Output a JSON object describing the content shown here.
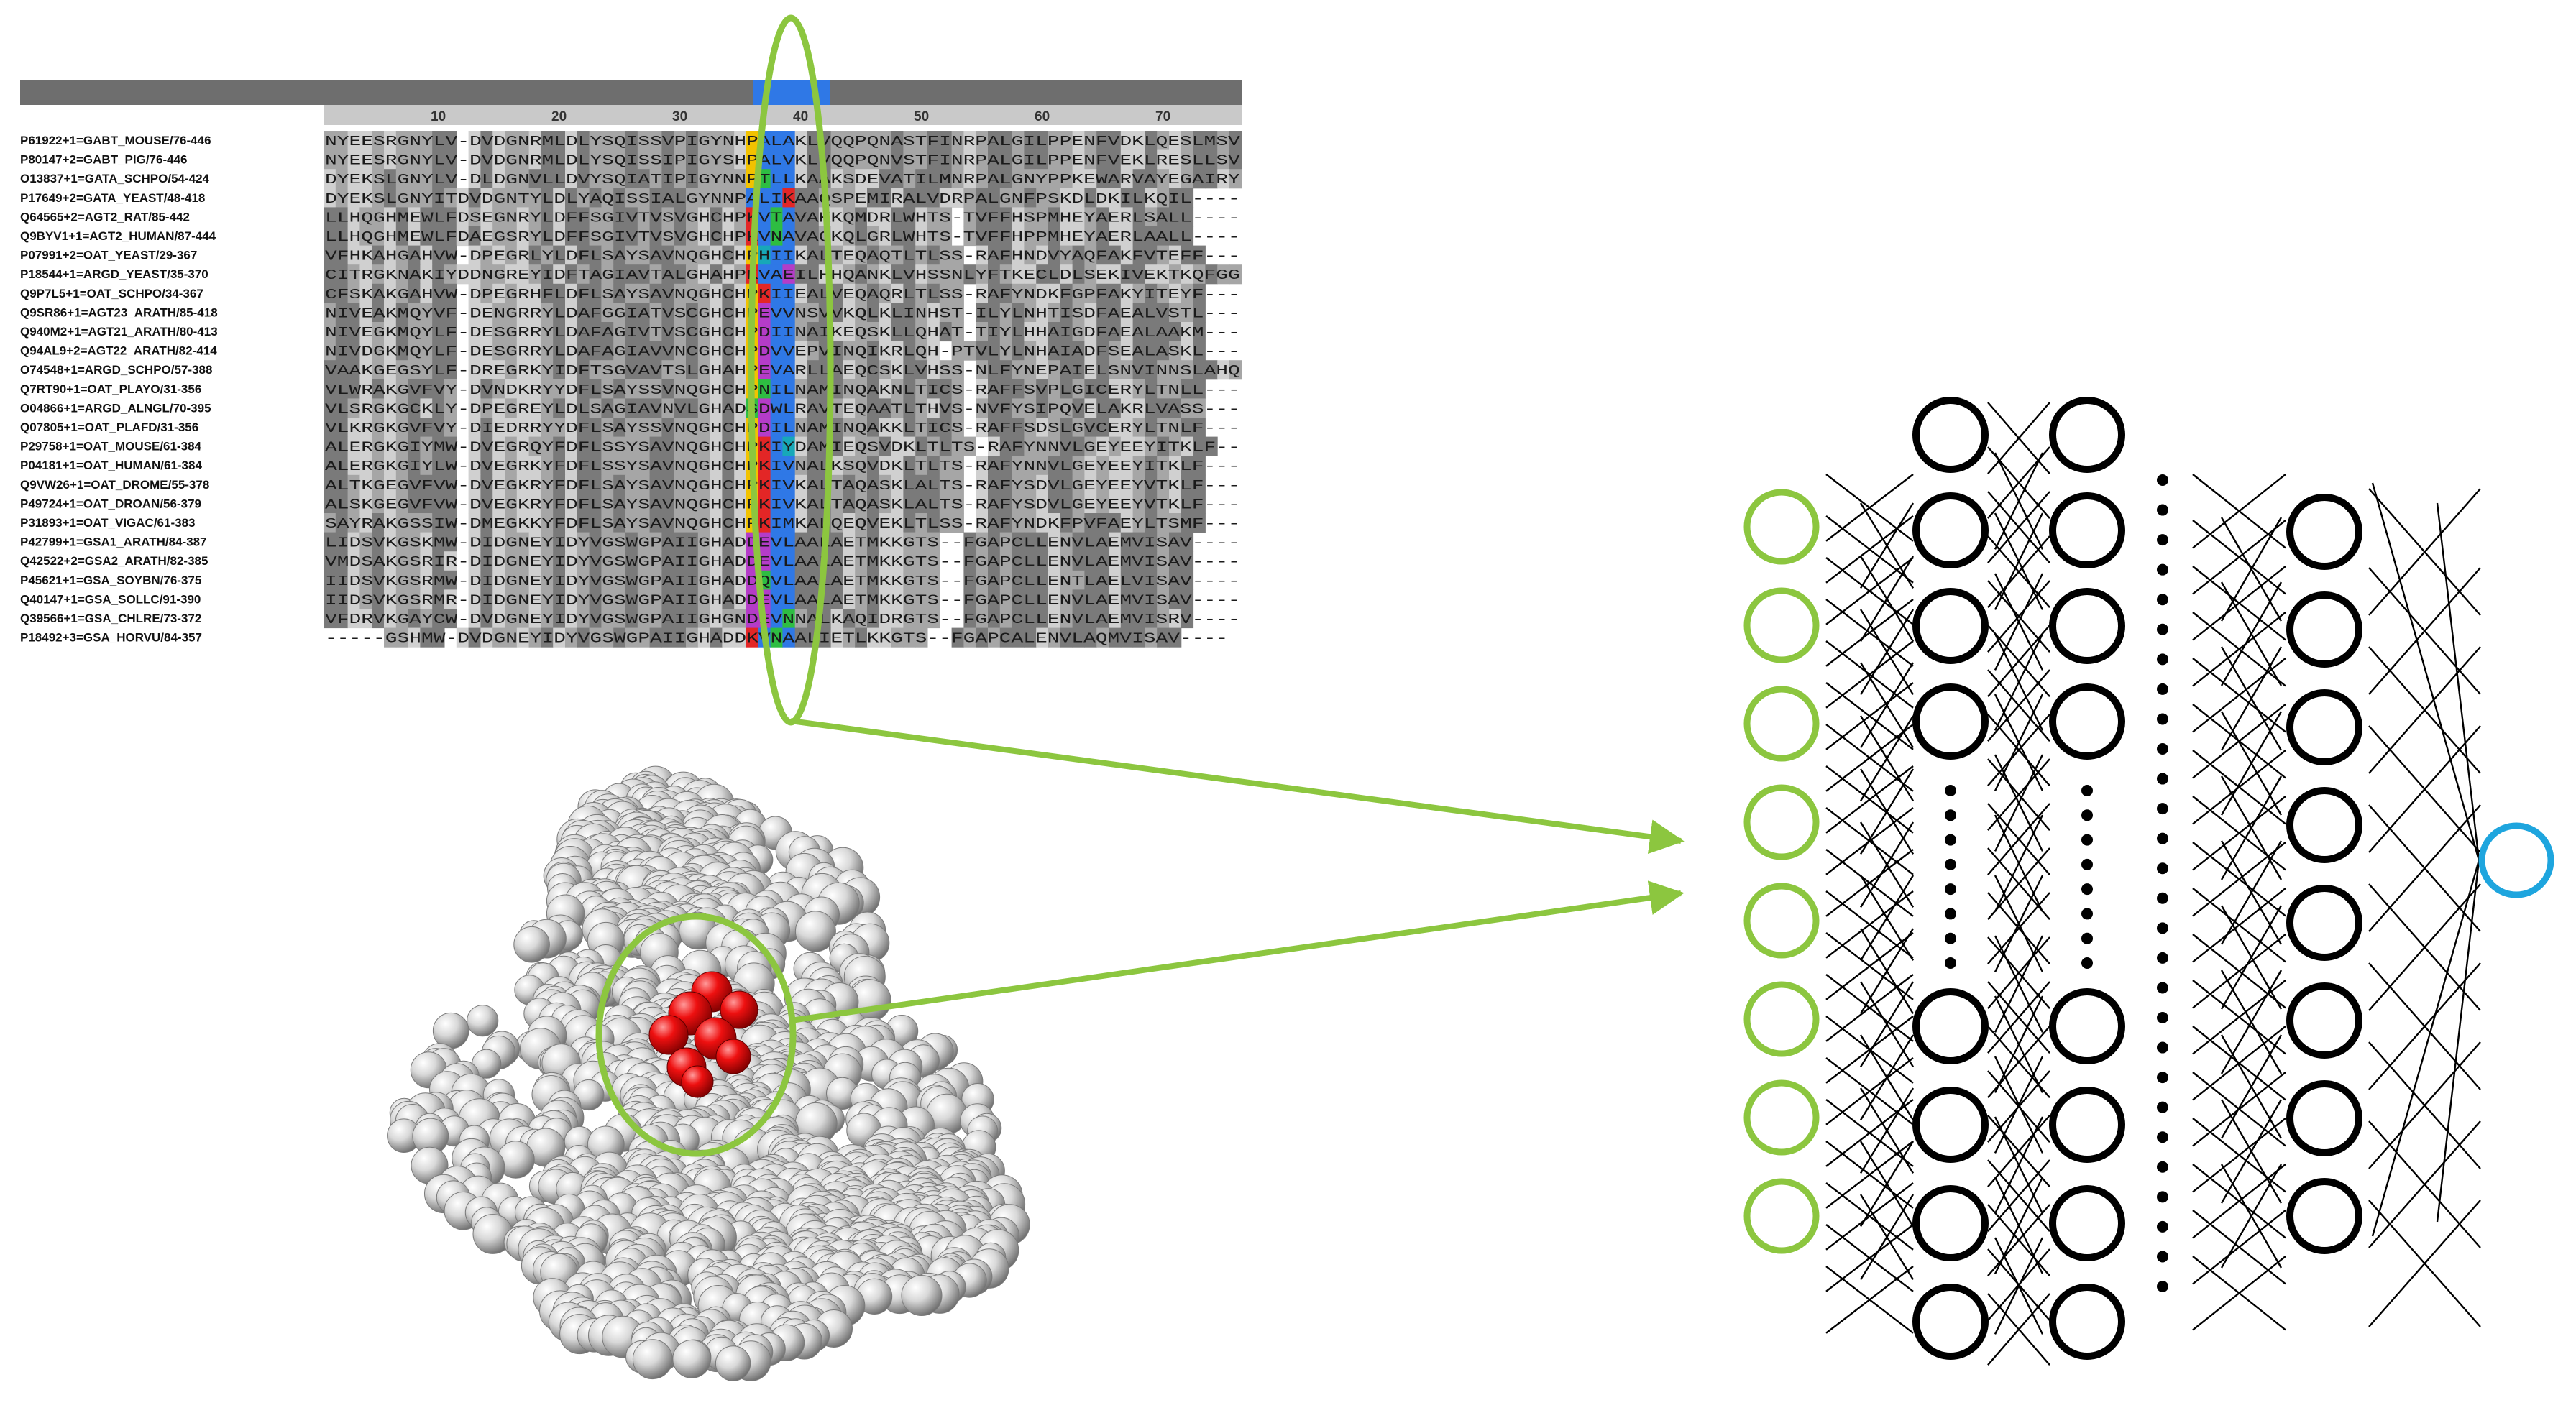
{
  "colors": {
    "highlight": "#8cc63f",
    "output_node": "#1ea5de",
    "node_stroke": "#000000",
    "active_site": "#e01010",
    "protein": "#c8c8c8",
    "alignment_header": "#6e6e6e",
    "alignment_selection": "#2f78e6",
    "alignment_cell_dark": "#7a7a7a",
    "alignment_cell_mid": "#a6a6a6",
    "alignment_cell_light": "#d0d0d0"
  },
  "alignment": {
    "ruler": [
      "10",
      "20",
      "30",
      "40",
      "50",
      "60",
      "70"
    ],
    "rows": [
      {
        "id": "P61922+1=GABT_MOUSE/76-446",
        "seq": "NYEESRGNYLV-DVDGNRMLDLYSQISSVPIGYNHPALAKLVQQPQNASTFINRPALGILPPENFVDKLQESLMSV"
      },
      {
        "id": "P80147+2=GABT_PIG/76-446",
        "seq": "NYEESRGNYLV-DVDGNRMLDLYSQISSIPIGYSHPALVKLVQQPQNVSTFINRPALGILPPENFVEKLRESLLSV"
      },
      {
        "id": "O13837+1=GATA_SCHPO/54-424",
        "seq": "DYEKSLGNYLV-DLDGNVLLDVYSQIATIPIGYNNPTLLKAAKSDEVATILMNRPALGNYPPKEWARVAYEGAIRY"
      },
      {
        "id": "P17649+2=GATA_YEAST/48-418",
        "seq": "DYEKSLGNYITDVDGNTYLDLYAQISSIALGYNNPALIKAAQSPEMIRALVDRPALGNFPSKDLDKILKQIL----"
      },
      {
        "id": "Q64565+2=AGT2_RAT/85-442",
        "seq": "LLHQGHMEWLFDSEGNRYLDFFSGIVTVSVGHCHPKVTAVAKKQMDRLWHTS-TVFFHSPMHEYAERLSALL----"
      },
      {
        "id": "Q9BYV1+1=AGT2_HUMAN/87-444",
        "seq": "LLHQGHMEWLFDAEGSRYLDFFSGIVTVSVGHCHPKVNAVAQKQLGRLWHTS-TVFFHPPMHEYAERLAALL----"
      },
      {
        "id": "P07991+2=OAT_YEAST/29-367",
        "seq": "VFHKAHGAHVW-DPEGRLYLDFLSAYSAVNQGHCHPHIIKALTEQAQTLTLSS-RAFHNDVYAQFAKFVTEFF---"
      },
      {
        "id": "P18544+1=ARGD_YEAST/35-370",
        "seq": "CITRGKNAKIYDDNGREYIDFTAGIAVTALGHAHPKVAEILHHQANKLVHSSNLYFTKECLDLSEKIVEKTKQFGG"
      },
      {
        "id": "Q9P7L5+1=OAT_SCHPO/34-367",
        "seq": "CFSKAKGAHVW-DPEGRHFLDFLSAYSAVNQGHCHPKIIEALVEQAQRLTLSS-RAFYNDKFGPFAKYITEYF---"
      },
      {
        "id": "Q9SR86+1=AGT23_ARATH/85-418",
        "seq": "NIVEAKMQYVF-DENGRRYLDAFGGIATVSCGHCHPEVVNSVVKQLKLINHST-ILYLNHTISDFAEALVSTL---"
      },
      {
        "id": "Q940M2+1=AGT21_ARATH/80-413",
        "seq": "NIVEGKMQYLF-DESGRRYLDAFAGIVTVSCGHCHPDIINAIKEQSKLLQHAT-TIYLHHAIGDFAEALAAKM---"
      },
      {
        "id": "Q94AL9+2=AGT22_ARATH/82-414",
        "seq": "NIVDGKMQYLF-DESGRRYLDAFAGIAVVNCGHCHPDVVEPVINQIKRLQH-PTVLYLNHAIADFSEALASKL---"
      },
      {
        "id": "O74548+1=ARGD_SCHPO/57-388",
        "seq": "VAAKGEGSYLF-DREGRKYIDFTSGVAVTSLGHAHPEVARLLAEQCSKLVHSS-NLFYNEPAIELSNVINNSLAHQ"
      },
      {
        "id": "Q7RT90+1=OAT_PLAYO/31-356",
        "seq": "VLWRAKGVFVY-DVNDKRYYDFLSAYSSVNQGHCHPNILNAMINQAKNLTICS-RAFFSVPLGICERYLTNLL---"
      },
      {
        "id": "O04866+1=ARGD_ALNGL/70-395",
        "seq": "VLSRGKGCKLY-DPEGREYLDLSAGIAVNVLGHADSDWLRAVTEQAATLTHVS-NVFYSIPQVELAKRLVASS---"
      },
      {
        "id": "Q07805+1=OAT_PLAFD/31-356",
        "seq": "VLKRGKGVFVY-DIEDRRYYDFLSAYSSVNQGHCHPDILNAMINQAKKLTICS-RAFFSDSLGVCERYLTNLF---"
      },
      {
        "id": "P29758+1=OAT_MOUSE/61-384",
        "seq": "ALERGKGIYMW-DVEGRQYFDFLSSYSAVNQGHCHPKIYDAMIEQSVDKLTLTS-RAFYNNVLGEYEEYITKLF--"
      },
      {
        "id": "P04181+1=OAT_HUMAN/61-384",
        "seq": "ALERGKGIYLW-DVEGRKYFDFLSSYSAVNQGHCHPKIVNALKSQVDKLTLTS-RAFYNNVLGEYEEYITKLF---"
      },
      {
        "id": "Q9VW26+1=OAT_DROME/55-378",
        "seq": "ALTKGEGVFVW-DVEGKRYFDFLSAYSAVNQGHCHPKIVKALTAQASKLALTS-RAFYSDVLGEYEEYVTKLF---"
      },
      {
        "id": "P49724+1=OAT_DROAN/56-379",
        "seq": "ALSKGEGVFVW-DVEGKRYFDFLSAYSAVNQGHCHPKIVKALTAQASKLALTS-RAFYSDVLGEYEEYVTKLF---"
      },
      {
        "id": "P31893+1=OAT_VIGAC/61-383",
        "seq": "SAYRAKGSSIW-DMEGKKYFDFLSAYSAVNQGHCHPKIMKALQEQVEKLTLSS-RAFYNDKFPVFAEYLTSMF---"
      },
      {
        "id": "P42799+1=GSA1_ARATH/84-387",
        "seq": "LIDSVKGSKMW-DIDGNEYIDYVGSWGPAIIGHADDEVLAALAETMKKGTS--FGAPCLLENVLAEMVISAV----"
      },
      {
        "id": "Q42522+2=GSA2_ARATH/82-385",
        "seq": "VMDSAKGSRIR-DIDGNEYIDYVGSWGPAIIGHADDEVLAALAETMKKGTS--FGAPCLLENVLAEMVISAV----"
      },
      {
        "id": "P45621+1=GSA_SOYBN/76-375",
        "seq": "IIDSVKGSRMW-DIDGNEYIDYVGSWGPAIIGHADDQVLAALAETMKKGTS--FGAPCLLENTLAELVISAV----"
      },
      {
        "id": "Q40147+1=GSA_SOLLC/91-390",
        "seq": "IIDSVKGSRMR-DIDGNEYIDYVGSWGPAIIGHADDEVLAALAETMKKGTS--FGAPCLLENVLAEMVISAV----"
      },
      {
        "id": "Q39566+1=GSA_CHLRE/73-372",
        "seq": "VFDRVKGAYCW-DVDGNEYIDYVGSWGPAIIGHGNDEVNNALKAQIDRGTS--FGAPCLLENVLAEMVISRV----"
      },
      {
        "id": "P18492+3=GSA_HORVU/84-357",
        "seq": "-----GSHMW-DVDGNEYIDYVGSWGPAIIGHADDKVNAALIETLKKGTS--FGAPCALENVLAQMVISAV----"
      }
    ]
  },
  "network": {
    "input_nodes": 8,
    "hidden_layer_1": {
      "top_nodes": 4,
      "bottom_nodes": 4
    },
    "hidden_layer_2": {
      "top_nodes": 4,
      "bottom_nodes": 4
    },
    "hidden_layer_3": {
      "nodes": 8
    },
    "output_nodes": 1
  }
}
